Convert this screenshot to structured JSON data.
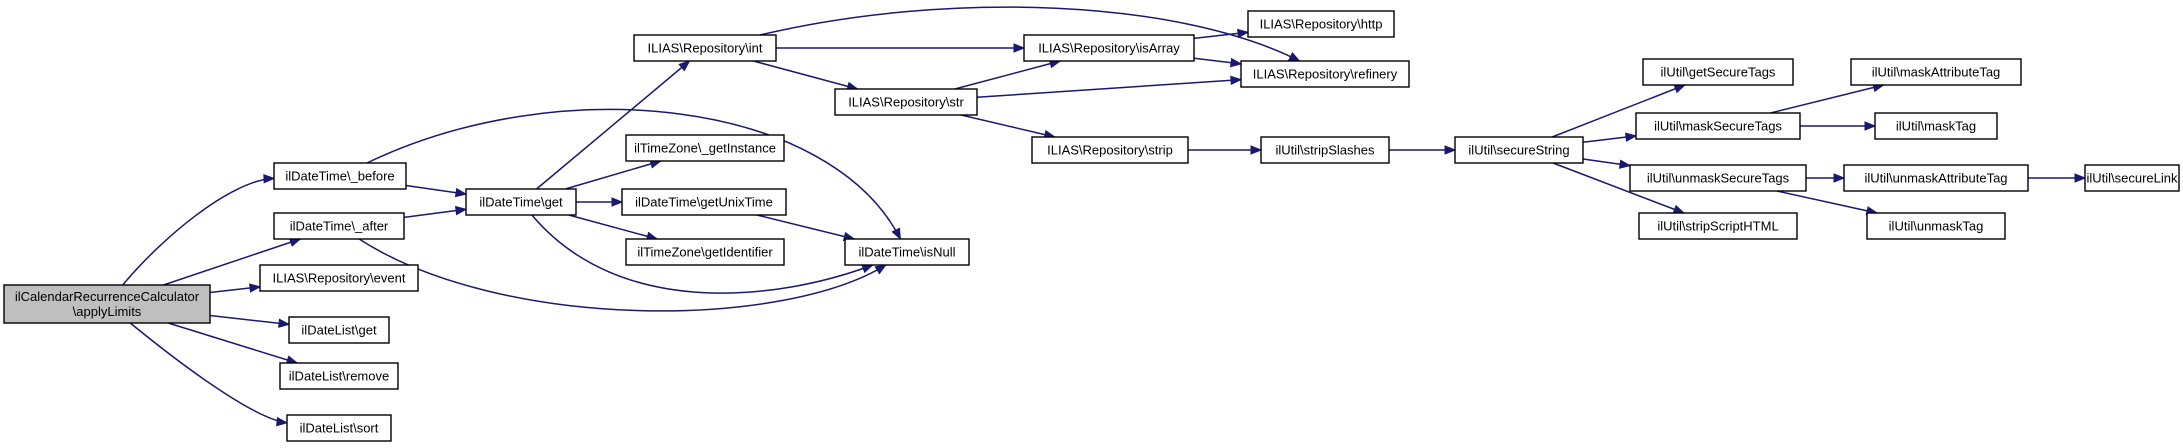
{
  "nodes": [
    {
      "id": "root",
      "label": [
        "ilCalendarRecurrenceCalculator",
        "\\applyLimits"
      ],
      "root": true
    },
    {
      "id": "before",
      "label": [
        "ilDateTime\\_before"
      ]
    },
    {
      "id": "after",
      "label": [
        "ilDateTime\\_after"
      ]
    },
    {
      "id": "event",
      "label": [
        "ILIAS\\Repository\\event"
      ]
    },
    {
      "id": "dlget",
      "label": [
        "ilDateList\\get"
      ]
    },
    {
      "id": "dlremove",
      "label": [
        "ilDateList\\remove"
      ]
    },
    {
      "id": "dlsort",
      "label": [
        "ilDateList\\sort"
      ]
    },
    {
      "id": "dtget",
      "label": [
        "ilDateTime\\get"
      ]
    },
    {
      "id": "isnull",
      "label": [
        "ilDateTime\\isNull"
      ]
    },
    {
      "id": "int",
      "label": [
        "ILIAS\\Repository\\int"
      ]
    },
    {
      "id": "tzinst",
      "label": [
        "ilTimeZone\\_getInstance"
      ]
    },
    {
      "id": "unix",
      "label": [
        "ilDateTime\\getUnixTime"
      ]
    },
    {
      "id": "tzid",
      "label": [
        "ilTimeZone\\getIdentifier"
      ]
    },
    {
      "id": "str",
      "label": [
        "ILIAS\\Repository\\str"
      ]
    },
    {
      "id": "isarray",
      "label": [
        "ILIAS\\Repository\\isArray"
      ]
    },
    {
      "id": "http",
      "label": [
        "ILIAS\\Repository\\http"
      ]
    },
    {
      "id": "refinery",
      "label": [
        "ILIAS\\Repository\\refinery"
      ]
    },
    {
      "id": "strip",
      "label": [
        "ILIAS\\Repository\\strip"
      ]
    },
    {
      "id": "stripslashes",
      "label": [
        "ilUtil\\stripSlashes"
      ]
    },
    {
      "id": "securestring",
      "label": [
        "ilUtil\\secureString"
      ]
    },
    {
      "id": "getsecuretags",
      "label": [
        "ilUtil\\getSecureTags"
      ]
    },
    {
      "id": "masksecuretags",
      "label": [
        "ilUtil\\maskSecureTags"
      ]
    },
    {
      "id": "unmasksecuretags",
      "label": [
        "ilUtil\\unmaskSecureTags"
      ]
    },
    {
      "id": "stripscript",
      "label": [
        "ilUtil\\stripScriptHTML"
      ]
    },
    {
      "id": "maskattr",
      "label": [
        "ilUtil\\maskAttributeTag"
      ]
    },
    {
      "id": "masktag",
      "label": [
        "ilUtil\\maskTag"
      ]
    },
    {
      "id": "unmaskattr",
      "label": [
        "ilUtil\\unmaskAttributeTag"
      ]
    },
    {
      "id": "unmasktag",
      "label": [
        "ilUtil\\unmaskTag"
      ]
    },
    {
      "id": "securelink",
      "label": [
        "ilUtil\\secureLink"
      ]
    }
  ],
  "edges": [
    [
      "root",
      "before"
    ],
    [
      "root",
      "after"
    ],
    [
      "root",
      "event"
    ],
    [
      "root",
      "dlget"
    ],
    [
      "root",
      "dlremove"
    ],
    [
      "root",
      "dlsort"
    ],
    [
      "before",
      "dtget"
    ],
    [
      "before",
      "isnull"
    ],
    [
      "after",
      "dtget"
    ],
    [
      "after",
      "isnull"
    ],
    [
      "dtget",
      "int"
    ],
    [
      "dtget",
      "tzinst"
    ],
    [
      "dtget",
      "unix"
    ],
    [
      "dtget",
      "tzid"
    ],
    [
      "dtget",
      "isnull"
    ],
    [
      "unix",
      "isnull"
    ],
    [
      "int",
      "isarray"
    ],
    [
      "int",
      "str"
    ],
    [
      "int",
      "refinery"
    ],
    [
      "str",
      "isarray"
    ],
    [
      "str",
      "refinery"
    ],
    [
      "str",
      "strip"
    ],
    [
      "isarray",
      "http"
    ],
    [
      "isarray",
      "refinery"
    ],
    [
      "strip",
      "stripslashes"
    ],
    [
      "stripslashes",
      "securestring"
    ],
    [
      "securestring",
      "getsecuretags"
    ],
    [
      "securestring",
      "masksecuretags"
    ],
    [
      "securestring",
      "unmasksecuretags"
    ],
    [
      "securestring",
      "stripscript"
    ],
    [
      "masksecuretags",
      "maskattr"
    ],
    [
      "masksecuretags",
      "masktag"
    ],
    [
      "unmasksecuretags",
      "unmaskattr"
    ],
    [
      "unmasksecuretags",
      "unmasktag"
    ],
    [
      "unmaskattr",
      "securelink"
    ]
  ],
  "colors": {
    "edge": "#191970",
    "root_fill": "#bfbfbf",
    "node_fill": "#ffffff",
    "border": "#000000"
  }
}
